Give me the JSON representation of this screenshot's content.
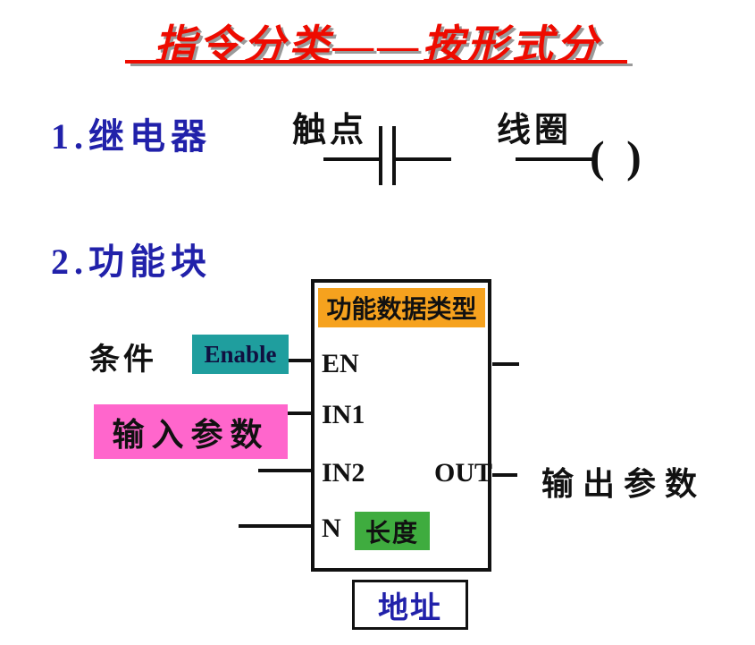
{
  "title": {
    "text": "指令分类——按形式分"
  },
  "colors": {
    "title_red": "#ee0b00",
    "heading_blue": "#2121aa",
    "header_orange": "#f6a21e",
    "enable_teal": "#1f9e9e",
    "enable_text_navy": "#101040",
    "input_pink": "#ff66cc",
    "length_green": "#3fac3f",
    "line_black": "#111111"
  },
  "relay_section": {
    "heading": "1.继电器",
    "contact_label": "触点",
    "coil_label": "线圈",
    "coil_parens": "( )"
  },
  "function_block_section": {
    "heading": "2.功能块",
    "condition_label": "条件",
    "enable_label": "Enable",
    "input_params_label": "输入参数",
    "output_params_label": "输出参数",
    "block": {
      "header": "功能数据类型",
      "pin_en": "EN",
      "pin_in1": "IN1",
      "pin_in2": "IN2",
      "pin_n": "N",
      "pin_out": "OUT",
      "length_label": "长度",
      "address_label": "地址"
    }
  }
}
